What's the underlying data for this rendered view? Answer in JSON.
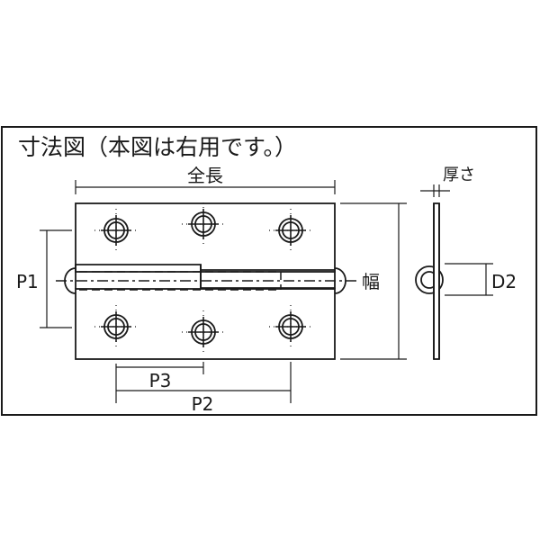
{
  "diagram": {
    "title": "寸法図（本図は右用です。）",
    "labels": {
      "overall_length": "全長",
      "width": "幅",
      "thickness": "厚さ",
      "p1": "P1",
      "p2": "P2",
      "p3": "P3",
      "d2": "D2"
    },
    "subject": "butt hinge (right-hand)",
    "views": [
      "front view",
      "side view"
    ],
    "screw_holes": {
      "upper_leaf": 3,
      "lower_leaf": 3
    },
    "colors": {
      "line": "#1a1a1a",
      "background": "#ffffff"
    }
  }
}
